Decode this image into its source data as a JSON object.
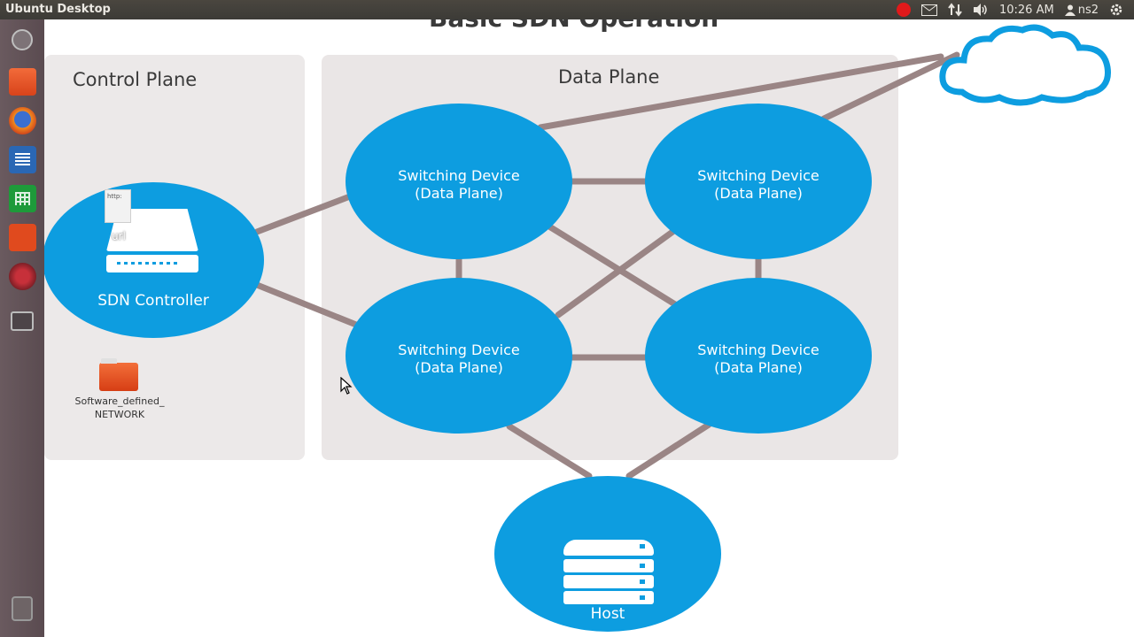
{
  "top_panel": {
    "title": "Ubuntu Desktop",
    "time": "10:26 AM",
    "user": "ns2",
    "icons": [
      "record-icon",
      "mail-icon",
      "network-icon",
      "volume-icon",
      "user-icon",
      "power-gear-icon"
    ]
  },
  "launcher": {
    "items": [
      "dash-home",
      "files",
      "firefox",
      "libreoffice-writer",
      "libreoffice-calc",
      "software-center",
      "system-settings",
      "workspace-switcher",
      "trash"
    ]
  },
  "slide": {
    "title": "Basic SDN Operation",
    "control_plane_label": "Control Plane",
    "data_plane_label": "Data Plane",
    "switch_line1": "Switching Device",
    "switch_line2": "(Data Plane)",
    "controller_label": "SDN Controller",
    "host_label": "Host"
  },
  "desktop_icons": {
    "url_file_tag": "http:",
    "url_file_label": "url",
    "folder_label": "Software_defined_ NETWORK"
  },
  "colors": {
    "node_blue": "#0d9de0",
    "link": "#9a8585",
    "panel_bg": "#eae6e6"
  }
}
